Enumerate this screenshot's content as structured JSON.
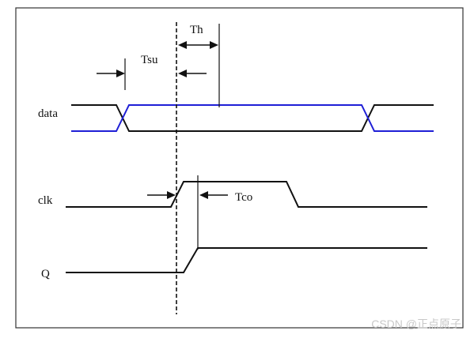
{
  "diagram": {
    "signals": {
      "data": "data",
      "clk": "clk",
      "q": "Q"
    },
    "timing": {
      "setup": "Tsu",
      "hold": "Th",
      "clock_to_output": "Tco"
    }
  },
  "watermark": "CSDN @正点原子",
  "colors": {
    "border": "#333333",
    "trace": "#111111",
    "data_alt_trace": "#1f1fd6"
  }
}
